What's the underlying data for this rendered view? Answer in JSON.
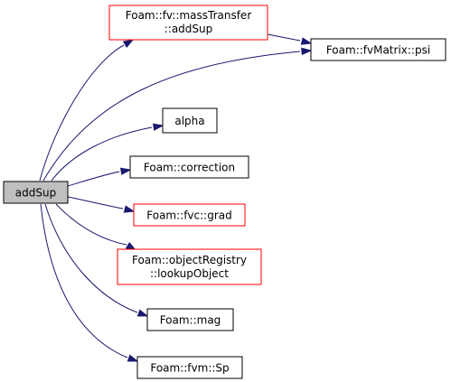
{
  "graph": {
    "colors": {
      "edge": "#191970",
      "node_border": "#000000",
      "node_border_undocumented": "#ff0000",
      "root_fill": "#bfbfbf",
      "node_fill": "#ffffff"
    },
    "nodes": {
      "addsup": {
        "lines": [
          "addSup"
        ],
        "border": "black",
        "root": true
      },
      "masstransfer": {
        "lines": [
          "Foam::fv::massTransfer",
          "::addSup"
        ],
        "border": "red"
      },
      "psi": {
        "lines": [
          "Foam::fvMatrix::psi"
        ],
        "border": "black"
      },
      "alpha": {
        "lines": [
          "alpha"
        ],
        "border": "black"
      },
      "correction": {
        "lines": [
          "Foam::correction"
        ],
        "border": "black"
      },
      "grad": {
        "lines": [
          "Foam::fvc::grad"
        ],
        "border": "red"
      },
      "lookupobject": {
        "lines": [
          "Foam::objectRegistry",
          "::lookupObject"
        ],
        "border": "red"
      },
      "mag": {
        "lines": [
          "Foam::mag"
        ],
        "border": "black"
      },
      "sp": {
        "lines": [
          "Foam::fvm::Sp"
        ],
        "border": "black"
      }
    },
    "edges": [
      {
        "from": "addSup",
        "to": "Foam::fv::massTransfer::addSup"
      },
      {
        "from": "addSup",
        "to": "Foam::fvMatrix::psi"
      },
      {
        "from": "Foam::fv::massTransfer::addSup",
        "to": "Foam::fvMatrix::psi"
      },
      {
        "from": "addSup",
        "to": "alpha"
      },
      {
        "from": "addSup",
        "to": "Foam::correction"
      },
      {
        "from": "addSup",
        "to": "Foam::fvc::grad"
      },
      {
        "from": "addSup",
        "to": "Foam::objectRegistry::lookupObject"
      },
      {
        "from": "addSup",
        "to": "Foam::mag"
      },
      {
        "from": "addSup",
        "to": "Foam::fvm::Sp"
      }
    ]
  }
}
